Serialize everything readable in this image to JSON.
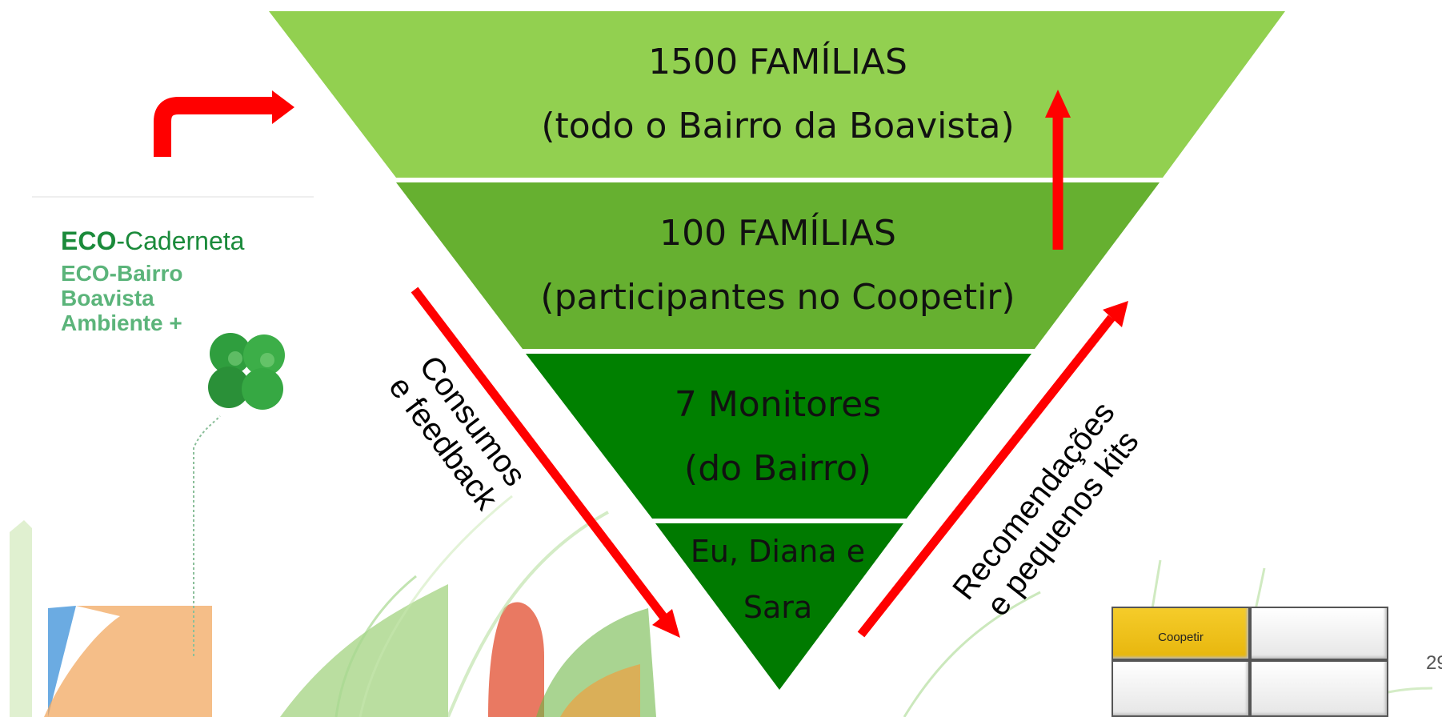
{
  "logo": {
    "eco_prefix": "ECO",
    "title_rest": "-Caderneta",
    "lines": [
      "ECO-Bairro",
      "Boavista",
      "Ambiente +"
    ],
    "primary_color": "#1a8a3a",
    "secondary_color": "#5bb47a"
  },
  "tiers": [
    {
      "line1": "1500 FAMÍLIAS",
      "line2": "(todo o Bairro da Boavista)",
      "color": "#92d050"
    },
    {
      "line1": "100 FAMÍLIAS",
      "line2": "(participantes no Coopetir)",
      "color": "#66b030"
    },
    {
      "line1": "7 Monitores",
      "line2": "(do Bairro)",
      "color": "#008000"
    },
    {
      "line1": "Eu, Diana e",
      "line2": "Sara",
      "color": "#007a00"
    }
  ],
  "arrows": {
    "left_label_line1": "Consumos",
    "left_label_line2": "e feedback",
    "right_label_line1": "Recomendações",
    "right_label_line2": "e pequenos kits",
    "color": "#ff0000"
  },
  "nav_grid": {
    "cells": [
      "Coopetir",
      "",
      "",
      ""
    ],
    "active_color": "#f2c318"
  },
  "page_number": "29"
}
